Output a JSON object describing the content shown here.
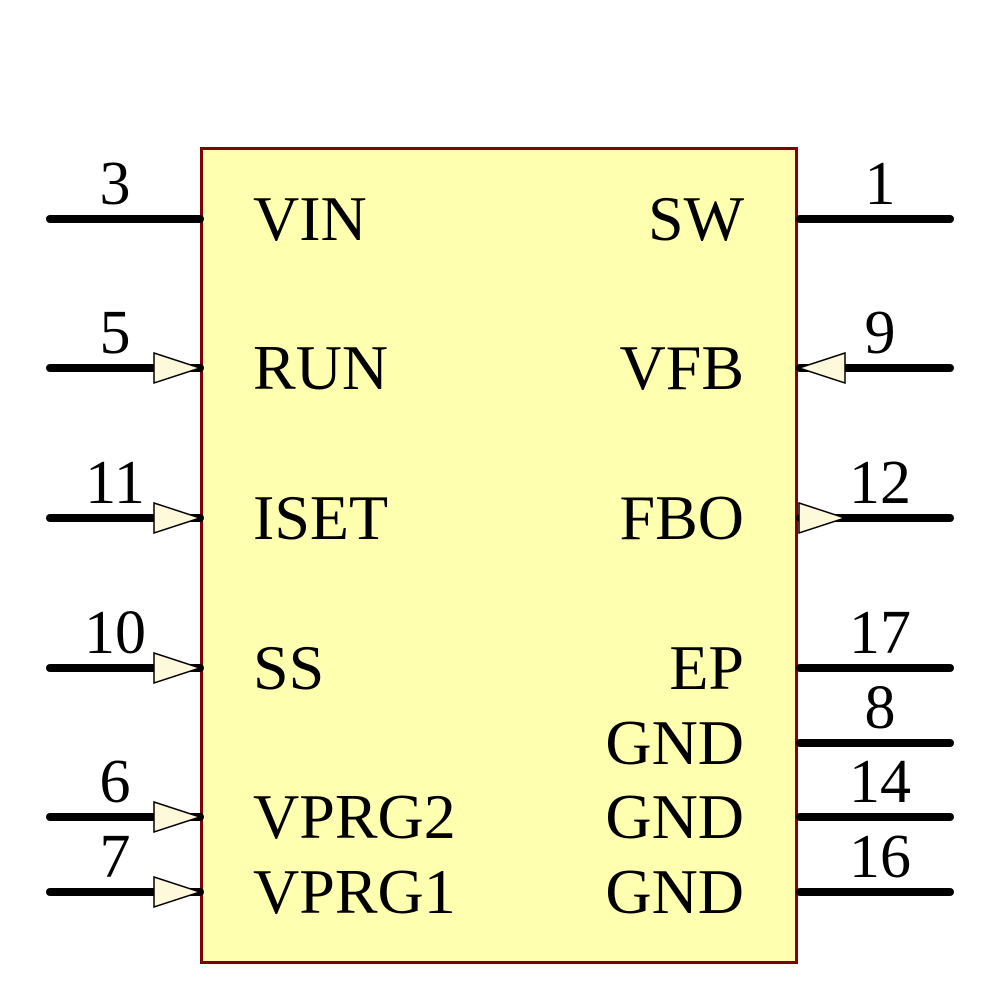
{
  "symbol": {
    "colors": {
      "body_fill": "#FFFFB0",
      "body_border": "#800000",
      "arrowhead_fill": "#FFF9DC",
      "pin_line": "#000000",
      "text": "#000000"
    },
    "pins": {
      "left": [
        {
          "number": "3",
          "label": "VIN",
          "arrow": "none"
        },
        {
          "number": "5",
          "label": "RUN",
          "arrow": "in"
        },
        {
          "number": "11",
          "label": "ISET",
          "arrow": "in"
        },
        {
          "number": "10",
          "label": "SS",
          "arrow": "in"
        },
        {
          "number": "6",
          "label": "VPRG2",
          "arrow": "in"
        },
        {
          "number": "7",
          "label": "VPRG1",
          "arrow": "in"
        }
      ],
      "right": [
        {
          "number": "1",
          "label": "SW",
          "arrow": "none"
        },
        {
          "number": "9",
          "label": "VFB",
          "arrow": "in"
        },
        {
          "number": "12",
          "label": "FBO",
          "arrow": "out"
        },
        {
          "number": "17",
          "label": "EP",
          "arrow": "none"
        },
        {
          "number": "8",
          "label": "GND",
          "arrow": "none"
        },
        {
          "number": "14",
          "label": "GND",
          "arrow": "none"
        },
        {
          "number": "16",
          "label": "GND",
          "arrow": "none"
        }
      ]
    }
  }
}
